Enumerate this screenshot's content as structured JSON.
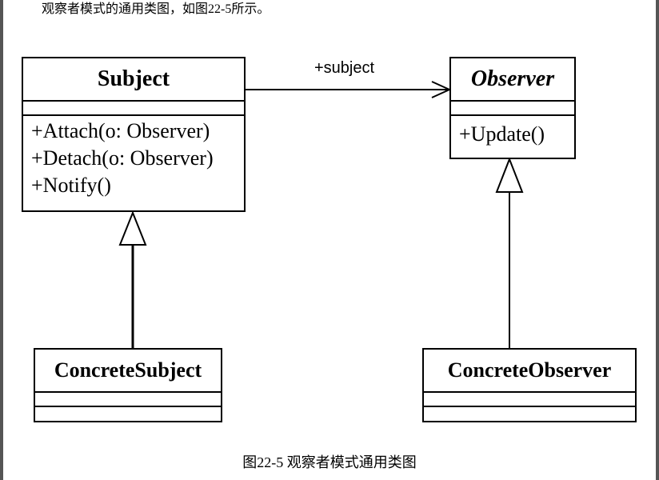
{
  "intro_text": "观察者模式的通用类图，如图22-5所示。",
  "association_label": "+subject",
  "classes": {
    "subject": {
      "name": "Subject",
      "operations": [
        "+Attach(o: Observer)",
        "+Detach(o: Observer)",
        "+Notify()"
      ]
    },
    "observer": {
      "name": "Observer",
      "abstract": true,
      "operations": [
        "+Update()"
      ]
    },
    "concrete_subject": {
      "name": "ConcreteSubject"
    },
    "concrete_observer": {
      "name": "ConcreteObserver"
    }
  },
  "caption": "图22-5 观察者模式通用类图"
}
